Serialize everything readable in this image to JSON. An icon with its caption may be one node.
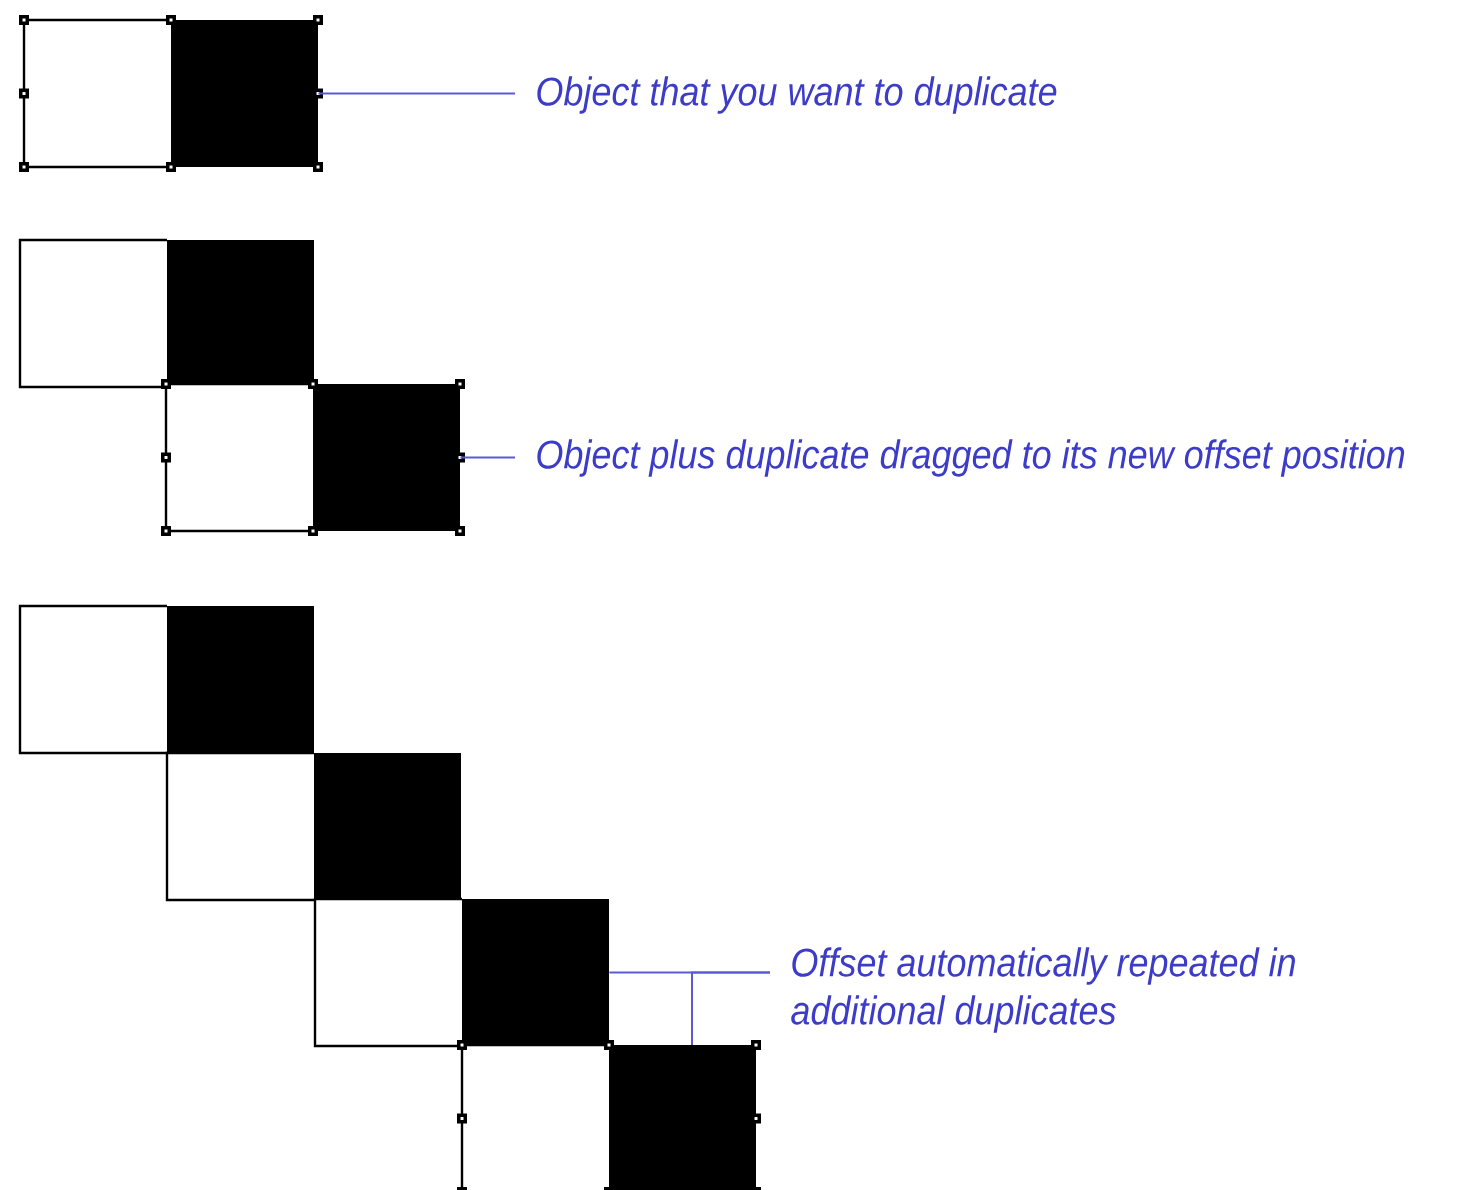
{
  "diagram": {
    "nodes": [
      {
        "text": [],
        "shape": "box"
      },
      {
        "text": [
          "Object that you want to duplicate"
        ]
      },
      {
        "text": [],
        "shape": "box"
      },
      {
        "text": [],
        "shape": "box"
      },
      {
        "text": [
          "Object plus duplicate dragged to its new offset position"
        ]
      },
      {
        "text": [],
        "shape": "box"
      },
      {
        "text": [],
        "shape": "box"
      },
      {
        "text": [],
        "shape": "box"
      },
      {
        "text": [
          "Offset automatically repeated in additional duplicates"
        ]
      },
      {
        "text": [],
        "shape": "box"
      }
    ],
    "edges": [
      {
        "from": 1,
        "to": 0,
        "arrow": "none"
      },
      {
        "from": 4,
        "to": 3,
        "arrow": "none"
      },
      {
        "from": 8,
        "to": 7,
        "arrow": "none"
      },
      {
        "from": 8,
        "to": 9,
        "arrow": "none"
      }
    ]
  }
}
